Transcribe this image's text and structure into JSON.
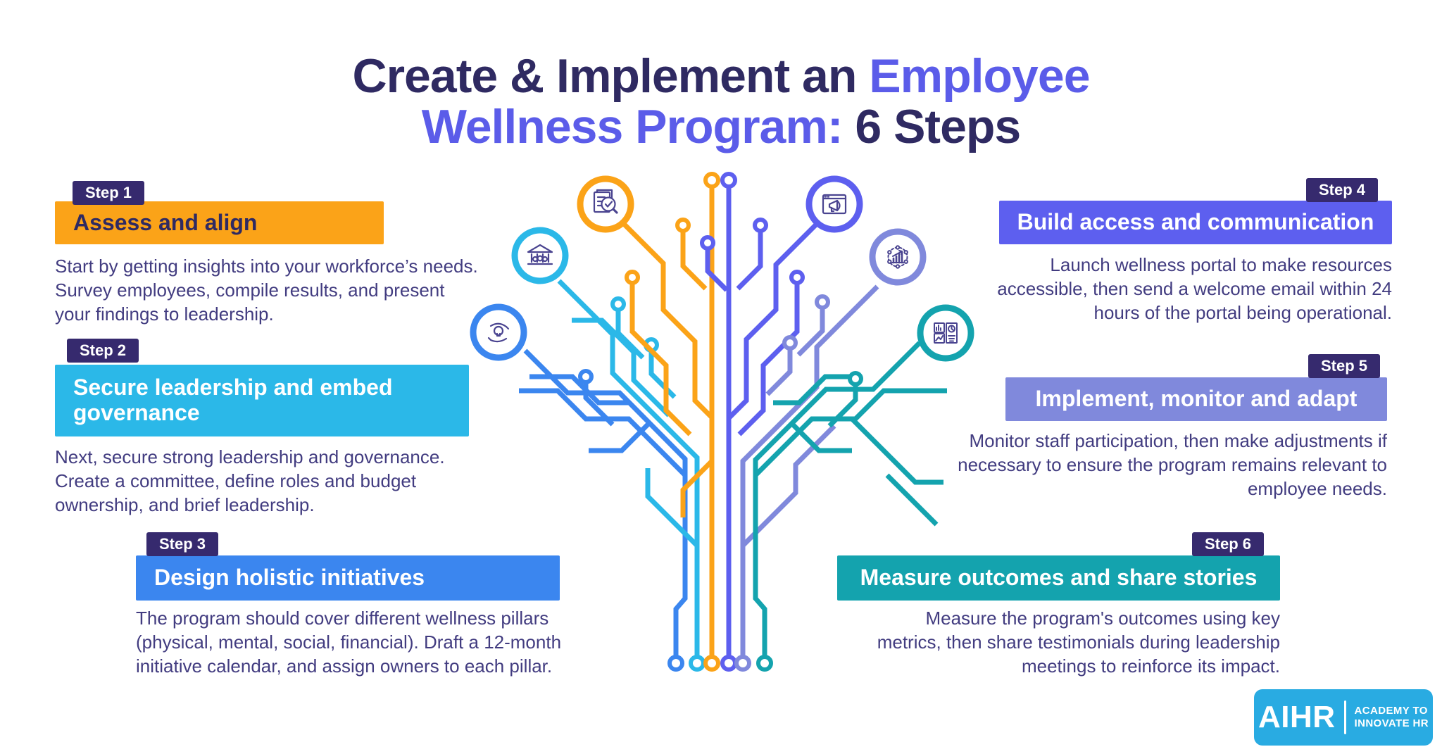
{
  "title": {
    "line1_dark": "Create & Implement an ",
    "line1_accent": "Employee",
    "line2_accent": "Wellness Program:",
    "line2_dark": " 6 Steps"
  },
  "steps": [
    {
      "tag": "Step 1",
      "heading": "Assess and align",
      "description": "Start by getting insights into your workforce’s needs. Survey employees, compile results, and present your findings to leadership.",
      "color": "#FBA318",
      "icon": "assessment-doc-magnifier-icon"
    },
    {
      "tag": "Step 2",
      "heading": "Secure leadership and embed governance",
      "description": "Next, secure strong leadership and governance. Create a committee, define roles and budget ownership, and brief leadership.",
      "color": "#2BB8E8",
      "icon": "governance-bank-icon"
    },
    {
      "tag": "Step 3",
      "heading": "Design holistic initiatives",
      "description": "The program should cover different wellness pillars (physical, mental, social, financial). Draft a 12-month initiative calendar, and assign owners to each pillar.",
      "color": "#3B86EF",
      "icon": "initiatives-hands-bulb-icon"
    },
    {
      "tag": "Step 4",
      "heading": "Build access and communication",
      "description": "Launch wellness portal to make resources accessible, then send a welcome email within 24 hours of the portal being operational.",
      "color": "#5D5FEF",
      "icon": "communication-megaphone-window-icon"
    },
    {
      "tag": "Step 5",
      "heading": "Implement, monitor and adapt",
      "description": "Monitor staff participation, then make adjustments if necessary to ensure the program remains relevant to employee needs.",
      "color": "#8089DC",
      "icon": "monitor-analytics-icon"
    },
    {
      "tag": "Step 6",
      "heading": "Measure outcomes and share stories",
      "description": "Measure the program's outcomes using key metrics, then share testimonials during leadership meetings to reinforce its impact.",
      "color": "#14A3AE",
      "icon": "measure-dashboard-icon"
    }
  ],
  "palette": {
    "title_dark": "#2F2A62",
    "title_accent": "#5B5CE9",
    "body_text": "#423C80",
    "tag_background": "#362A6E",
    "step1_orange": "#FBA318",
    "step2_cyan": "#2BB8E8",
    "step3_blue": "#3B86EF",
    "step4_violet": "#5D5FEF",
    "step5_periwinkle": "#8089DC",
    "step6_teal": "#14A3AE",
    "icon_stroke": "#4A4490",
    "logo_blue": "#29ABE2"
  },
  "logo": {
    "brand": "AIHR",
    "tagline_line1": "ACADEMY TO",
    "tagline_line2": "INNOVATE HR"
  }
}
